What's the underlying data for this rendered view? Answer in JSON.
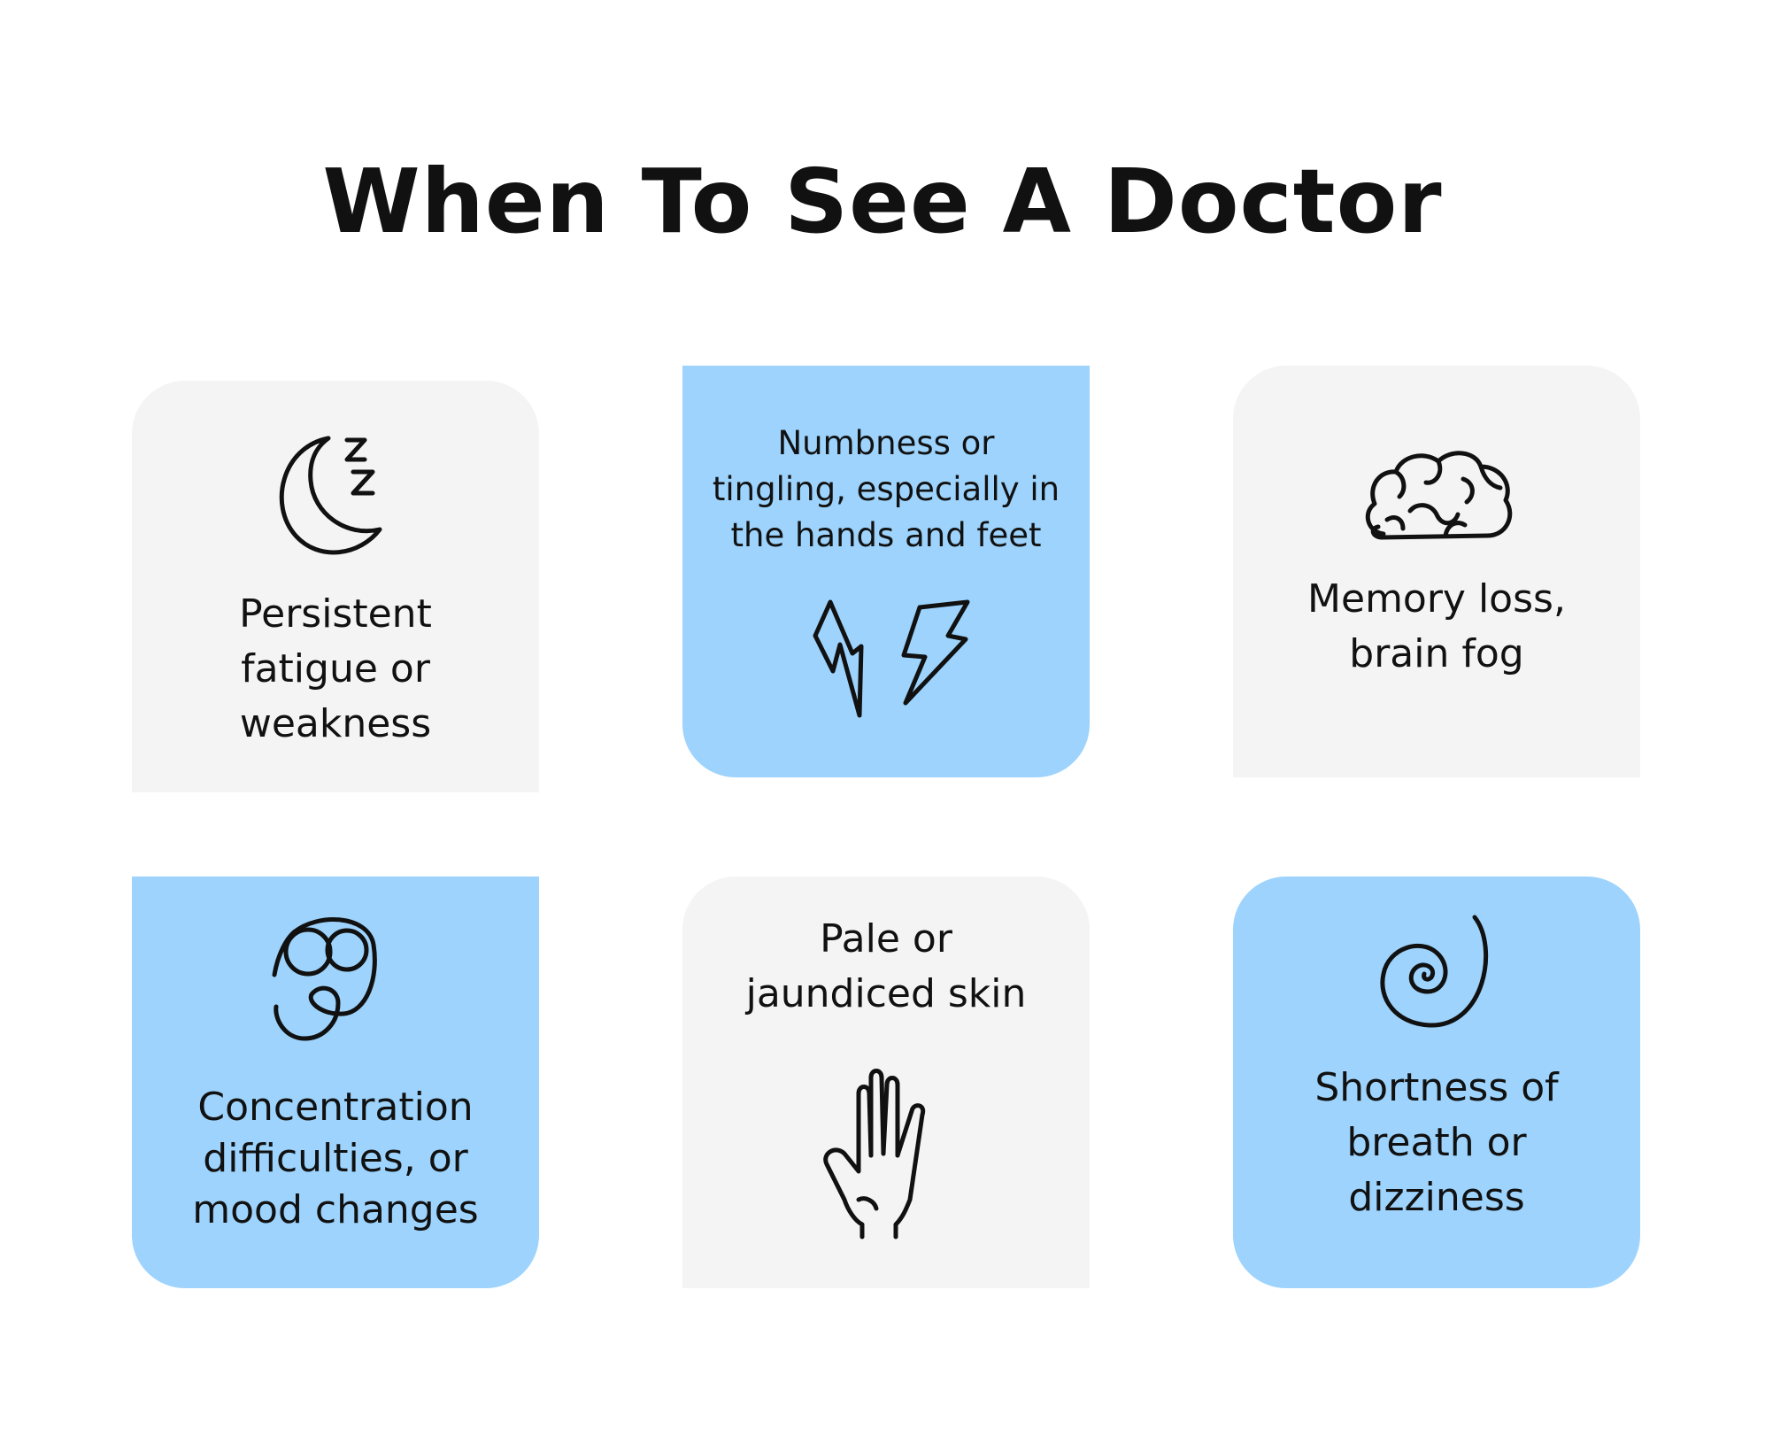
{
  "title": "When To See A Doctor",
  "cards": [
    {
      "label_lines": [
        "Persistent",
        "fatigue or",
        "weakness"
      ],
      "icon": "moon-sleep-icon",
      "background": "#f4f4f4"
    },
    {
      "label_lines": [
        "Numbness or",
        "tingling, especially in",
        "the hands and feet"
      ],
      "icon": "lightning-icon",
      "background": "#9dd3fc"
    },
    {
      "label_lines": [
        "Memory loss,",
        "brain fog"
      ],
      "icon": "brain-icon",
      "background": "#f4f4f4"
    },
    {
      "label_lines": [
        "Concentration",
        "difficulties, or",
        "mood changes"
      ],
      "icon": "tangle-icon",
      "background": "#9dd3fc"
    },
    {
      "label_lines": [
        "Pale or",
        "jaundiced skin"
      ],
      "icon": "hand-icon",
      "background": "#f4f4f4"
    },
    {
      "label_lines": [
        "Shortness of",
        "breath or",
        "dizziness"
      ],
      "icon": "spiral-icon",
      "background": "#9dd3fc"
    }
  ]
}
